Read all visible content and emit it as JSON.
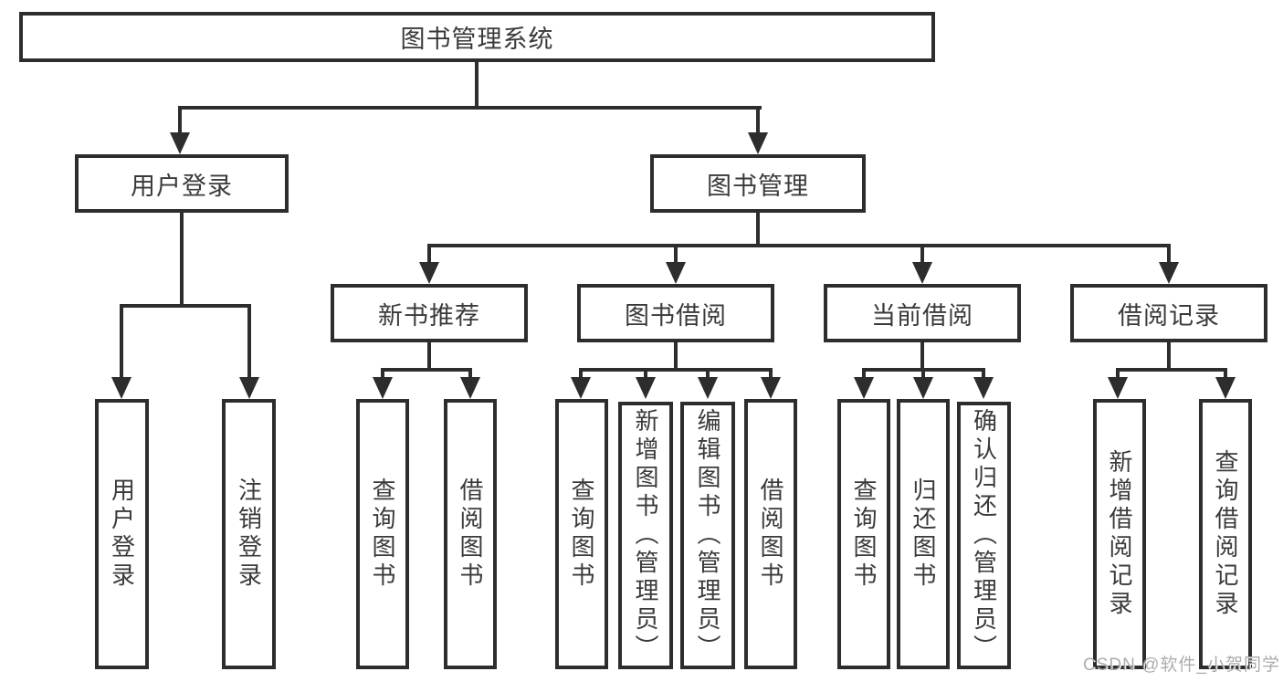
{
  "tree": {
    "root": {
      "label": "图书管理系统"
    },
    "branches": [
      {
        "label": "用户登录",
        "leaves": [
          "用户登录",
          "注销登录"
        ]
      },
      {
        "label": "图书管理",
        "groups": [
          {
            "label": "新书推荐",
            "leaves": [
              "查询图书",
              "借阅图书"
            ]
          },
          {
            "label": "图书借阅",
            "leaves": [
              "查询图书",
              "新增图书（管理员）",
              "编辑图书（管理员）",
              "借阅图书"
            ]
          },
          {
            "label": "当前借阅",
            "leaves": [
              "查询图书",
              "归还图书",
              "确认归还（管理员）"
            ]
          },
          {
            "label": "借阅记录",
            "leaves": [
              "新增借阅记录",
              "查询借阅记录"
            ]
          }
        ]
      }
    ]
  },
  "watermark": {
    "text": "CSDN @软件_小贺同学"
  },
  "colors": {
    "line": "#2d2d2d",
    "text": "#3a3a3a",
    "watermark": "#a9a9a9",
    "background": "#ffffff"
  }
}
